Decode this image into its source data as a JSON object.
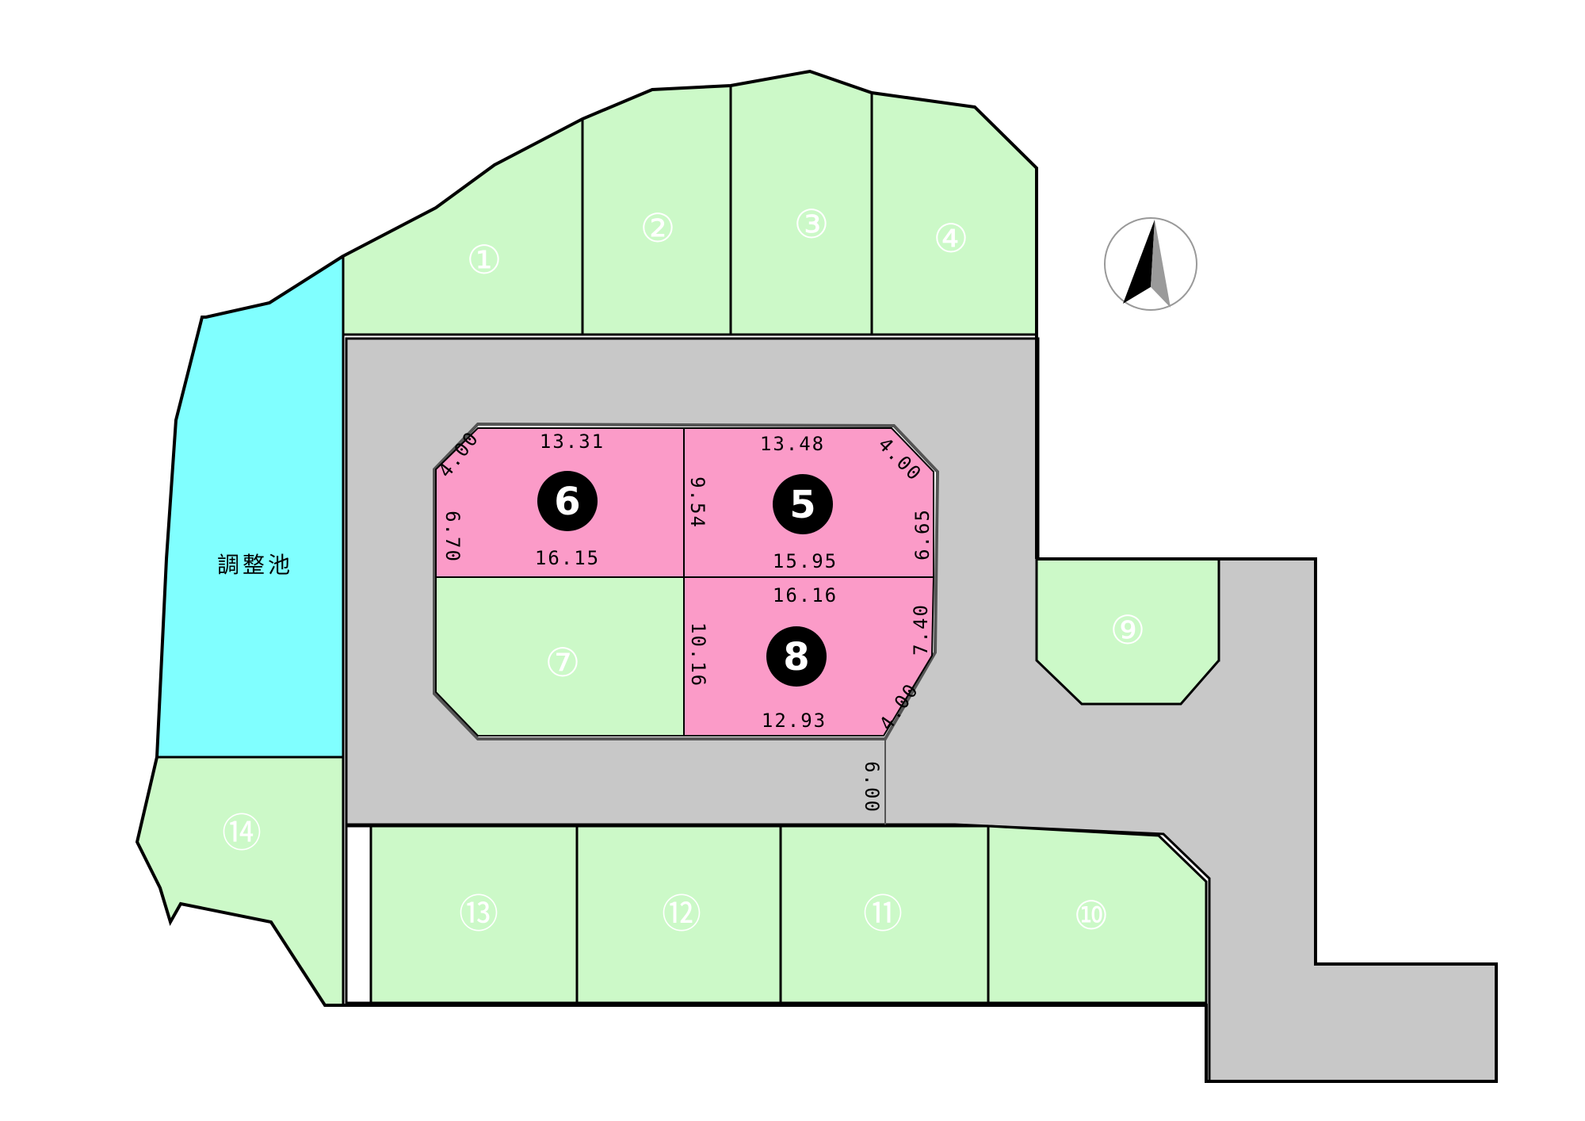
{
  "pond": {
    "label": "調整池",
    "color": "#80ffff"
  },
  "colors": {
    "available_lot": "#ccf9c8",
    "sold_lot": "#fb9bc8",
    "road": "#c8c8c8",
    "outline": "#000000"
  },
  "compass": {
    "icon": "north-arrow-icon"
  },
  "lots": [
    {
      "id": 1,
      "label": "①",
      "status": "available"
    },
    {
      "id": 2,
      "label": "②",
      "status": "available"
    },
    {
      "id": 3,
      "label": "③",
      "status": "available"
    },
    {
      "id": 4,
      "label": "④",
      "status": "available"
    },
    {
      "id": 5,
      "label": "5",
      "status": "sold"
    },
    {
      "id": 6,
      "label": "6",
      "status": "sold"
    },
    {
      "id": 7,
      "label": "⑦",
      "status": "available"
    },
    {
      "id": 8,
      "label": "8",
      "status": "sold"
    },
    {
      "id": 9,
      "label": "⑨",
      "status": "available"
    },
    {
      "id": 10,
      "label": "⑩",
      "status": "available"
    },
    {
      "id": 11,
      "label": "⑪",
      "status": "available"
    },
    {
      "id": 12,
      "label": "⑫",
      "status": "available"
    },
    {
      "id": 13,
      "label": "⑬",
      "status": "available"
    },
    {
      "id": 14,
      "label": "⑭",
      "status": "available"
    }
  ],
  "dimensions": {
    "lot6": {
      "top": "13.31",
      "corner": "4.00",
      "left": "6.70",
      "bottom": "16.15"
    },
    "lot5": {
      "top": "13.48",
      "corner": "4.00",
      "right": "6.65",
      "bottom": "15.95",
      "shared": "9.54"
    },
    "lot8": {
      "top": "16.16",
      "right": "7.40",
      "corner": "4.00",
      "bottom": "12.93",
      "left": "10.16"
    },
    "road_width": "6.00"
  }
}
